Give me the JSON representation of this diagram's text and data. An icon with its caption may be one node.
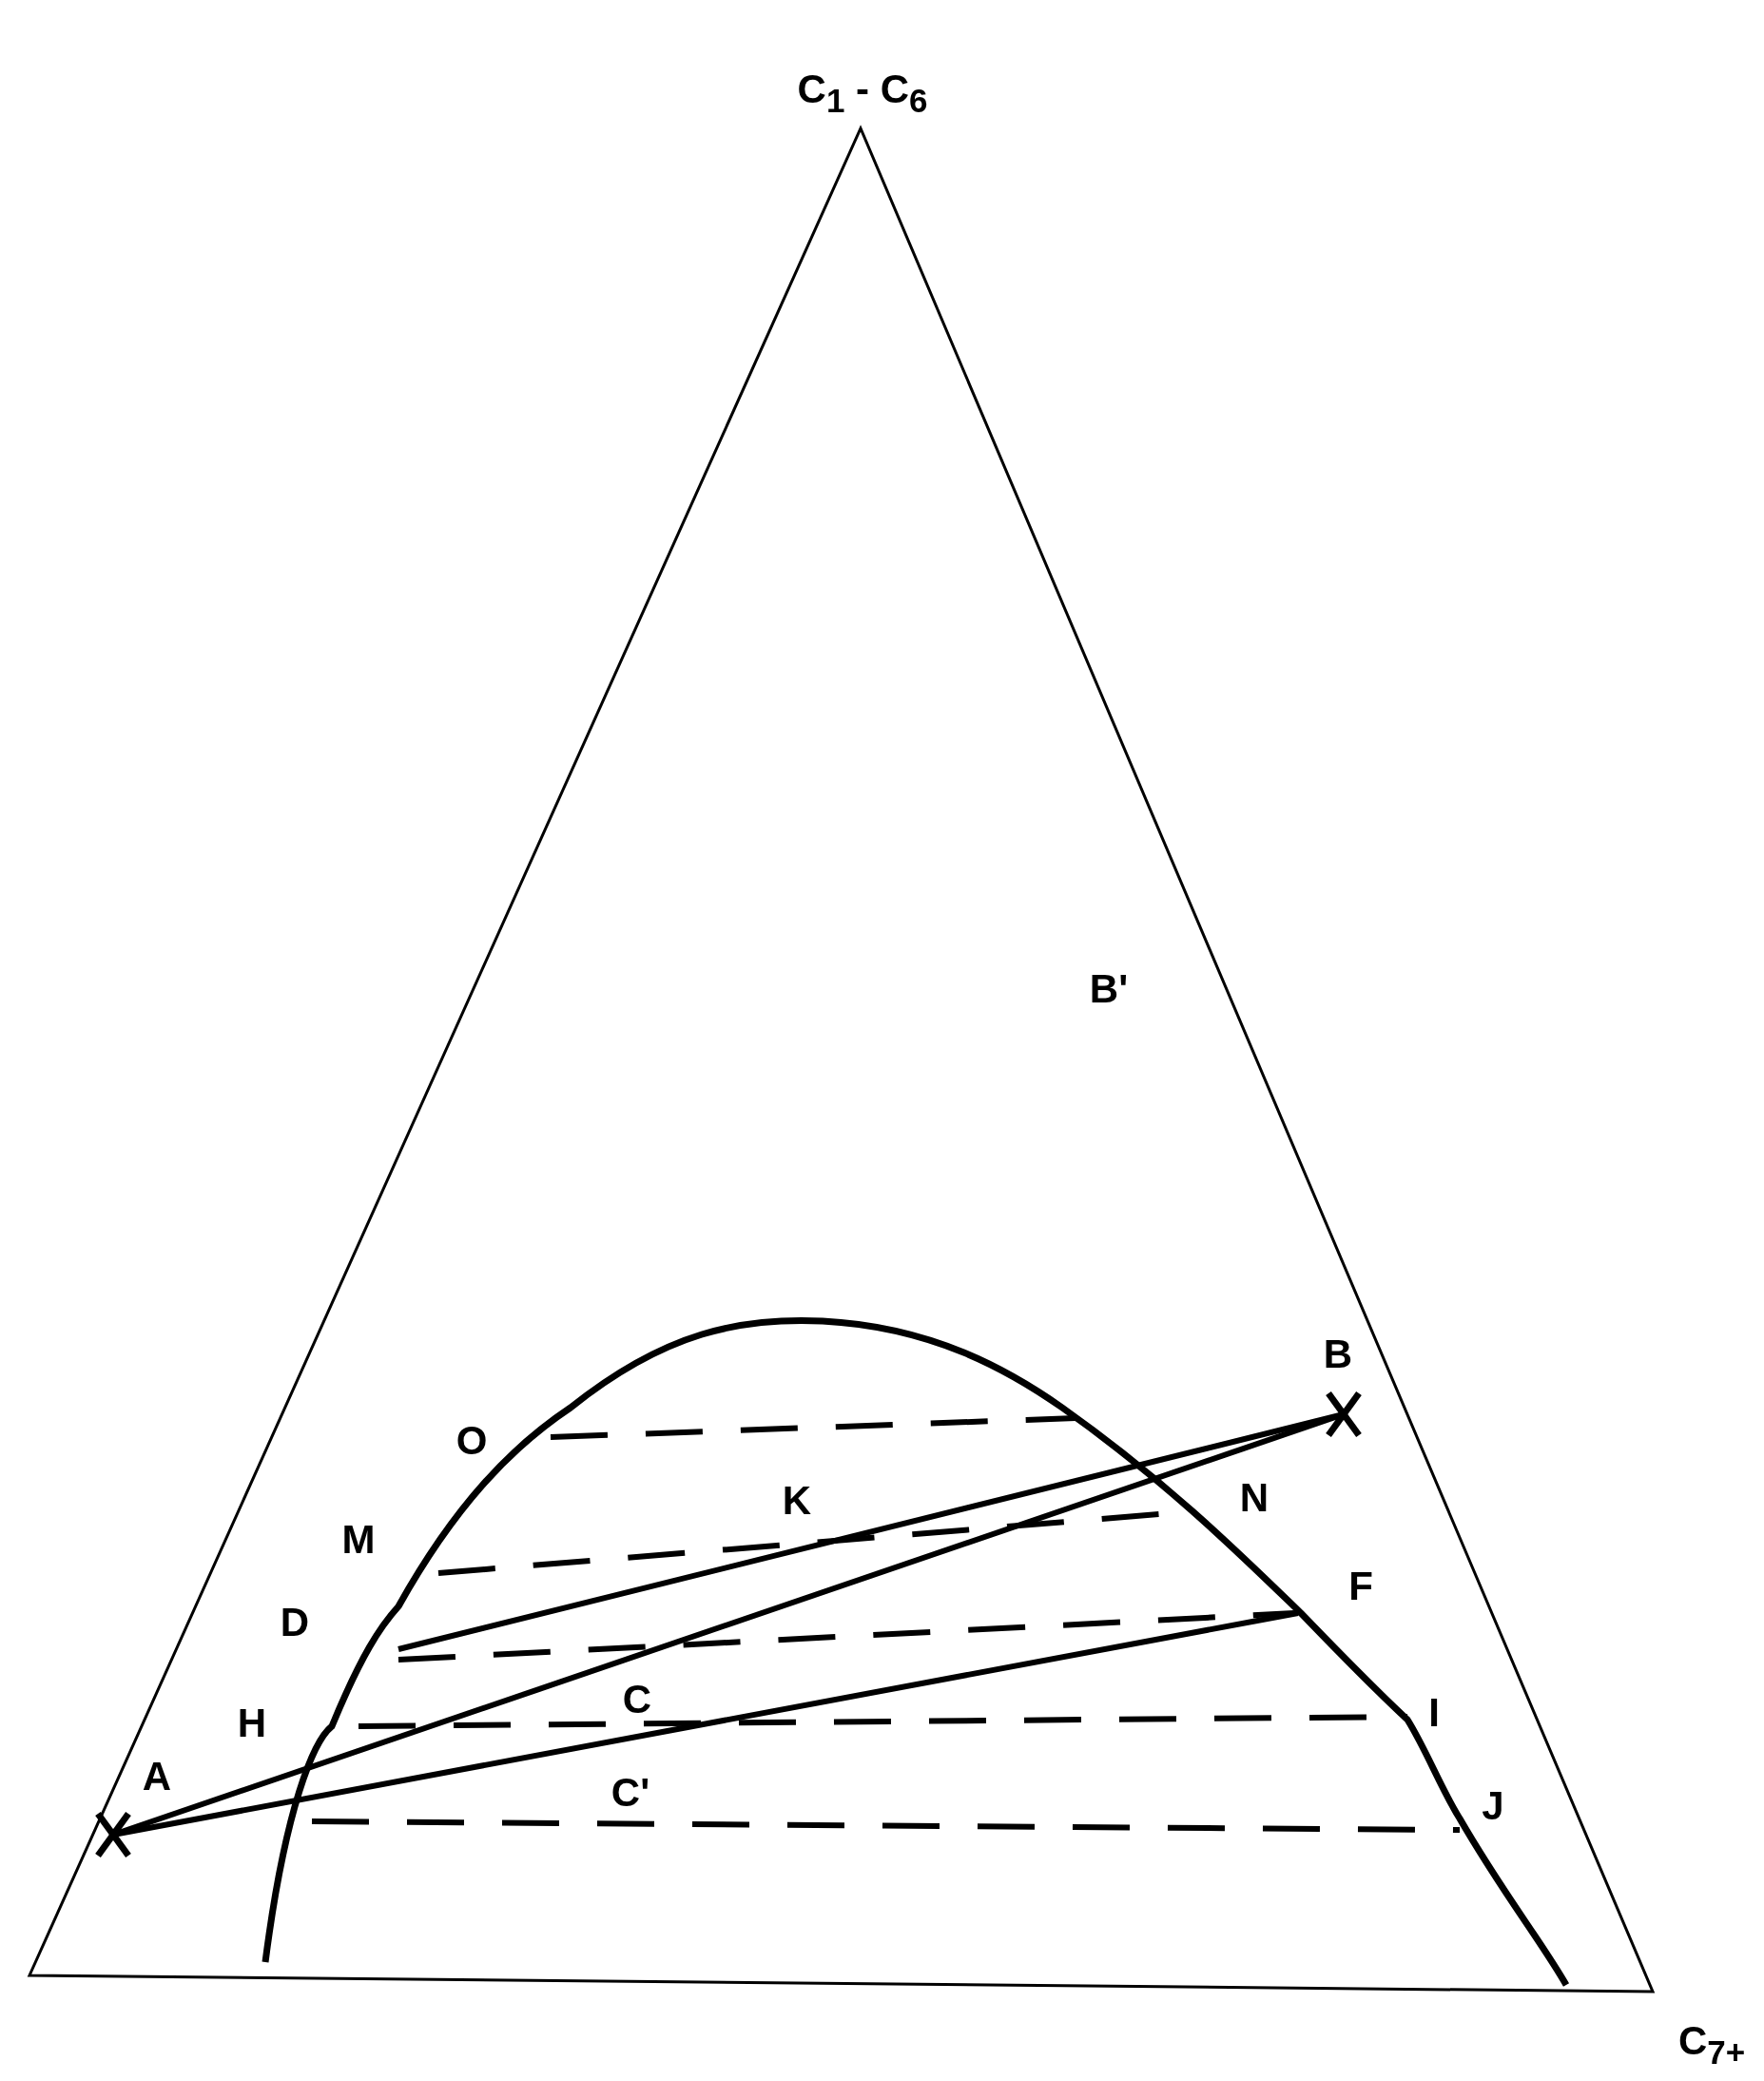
{
  "diagram": {
    "nodes": [
      {
        "text": [
          "A"
        ]
      },
      {
        "text": [
          "B"
        ]
      },
      {
        "text": [
          "D"
        ]
      },
      {
        "text": [
          "F"
        ]
      },
      {
        "text": [
          "M"
        ]
      },
      {
        "text": [
          "N"
        ]
      },
      {
        "text": [
          "H"
        ]
      },
      {
        "text": [
          "I"
        ]
      }
    ],
    "edges": [
      {
        "from": 0,
        "to": 1,
        "arrow": "none"
      },
      {
        "from": 0,
        "to": 3,
        "arrow": "none"
      },
      {
        "from": 2,
        "to": 1,
        "arrow": "none"
      },
      {
        "from": 4,
        "to": 5,
        "arrow": "none",
        "style": "dashed"
      },
      {
        "from": 6,
        "to": 7,
        "arrow": "none",
        "style": "dashed"
      }
    ],
    "labels": [
      "C$_{1}$ - C$_{6}$",
      "B'",
      "O",
      "K",
      "C",
      "C'",
      "J",
      "C$_{7+}$"
    ]
  }
}
